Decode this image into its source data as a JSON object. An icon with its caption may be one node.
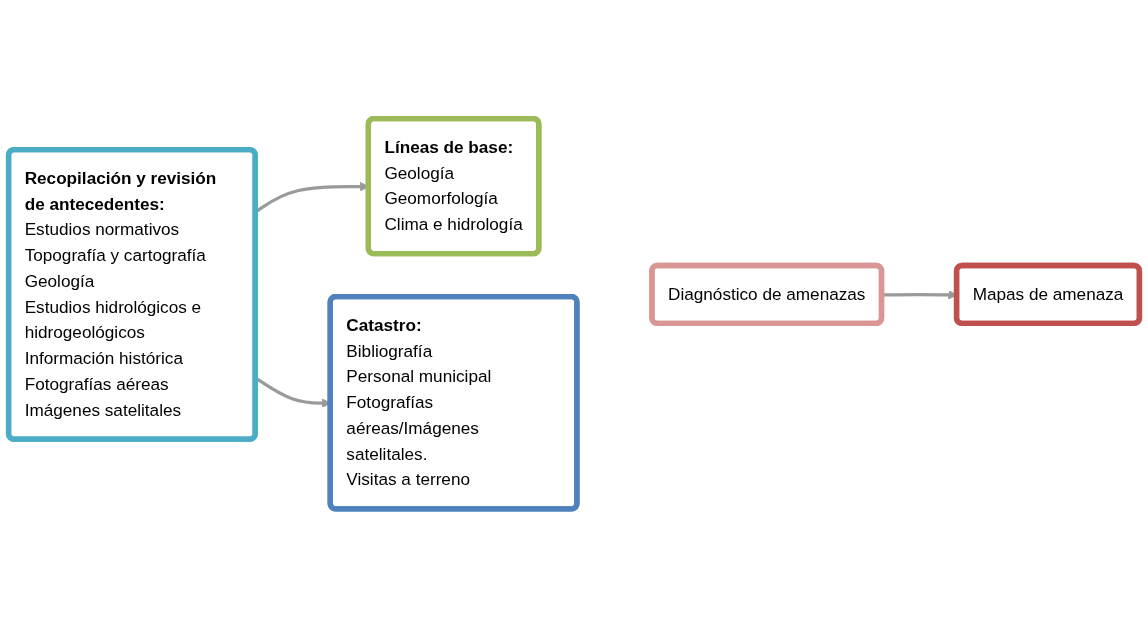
{
  "diagram": {
    "nodes": [
      {
        "text": [
          "Recopilación y revisión de antecedentes:",
          "Estudios normativos",
          "Topografía y cartografía",
          "Geología",
          "Estudios hidrológicos e hidrogeológicos",
          "Información histórica",
          "Fotografías aéreas",
          "Imágenes satelitales"
        ]
      },
      {
        "text": [
          "Líneas de base:",
          "Geología",
          "Geomorfología",
          "Clima e hidrología"
        ]
      },
      {
        "text": [
          "Catastro:",
          "Bibliografía",
          "Personal municipal",
          "Fotografías aéreas/Imágenes satelitales.",
          "Visitas a terreno"
        ]
      },
      {
        "text": [
          "Diagnóstico de amenazas"
        ]
      },
      {
        "text": [
          "Mapas de amenaza"
        ]
      }
    ],
    "edges": [
      {
        "from": 0,
        "to": 1,
        "arrow": "to"
      },
      {
        "from": 0,
        "to": 2,
        "arrow": "to"
      },
      {
        "from": 3,
        "to": 4,
        "arrow": "to"
      }
    ]
  }
}
